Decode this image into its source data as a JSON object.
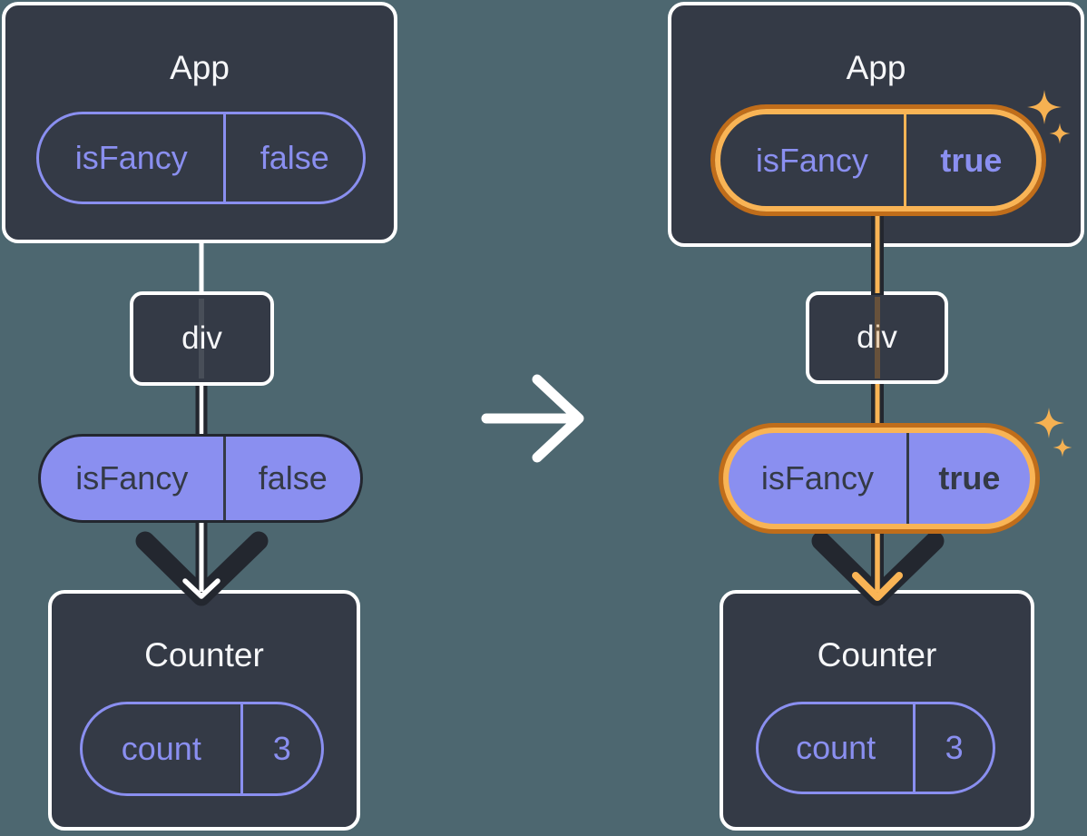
{
  "colors": {
    "background": "#4d6770",
    "card": "#343a46",
    "card_border": "#ffffff",
    "purple": "#8a8ff0",
    "dark_line": "#23272f",
    "highlight_orange": "#f9b455",
    "highlight_orange_dark": "#c06d1a",
    "sparkle": "#f6b152",
    "title_text": "#f6f7f9"
  },
  "icons": {
    "transition_arrow": "right-arrow",
    "flow_arrow": "down-chevron-arrow",
    "sparkle": "four-point-star"
  },
  "left_tree": {
    "app_card": {
      "title": "App"
    },
    "app_state_pill": {
      "key": "isFancy",
      "value": "false"
    },
    "div_node": {
      "label": "div"
    },
    "prop_pill": {
      "key": "isFancy",
      "value": "false"
    },
    "counter_card": {
      "title": "Counter"
    },
    "counter_state_pill": {
      "key": "count",
      "value": "3"
    }
  },
  "right_tree": {
    "app_card": {
      "title": "App"
    },
    "app_state_pill": {
      "key": "isFancy",
      "value": "true",
      "highlighted": true
    },
    "div_node": {
      "label": "div"
    },
    "prop_pill": {
      "key": "isFancy",
      "value": "true",
      "highlighted": true
    },
    "counter_card": {
      "title": "Counter"
    },
    "counter_state_pill": {
      "key": "count",
      "value": "3"
    }
  }
}
